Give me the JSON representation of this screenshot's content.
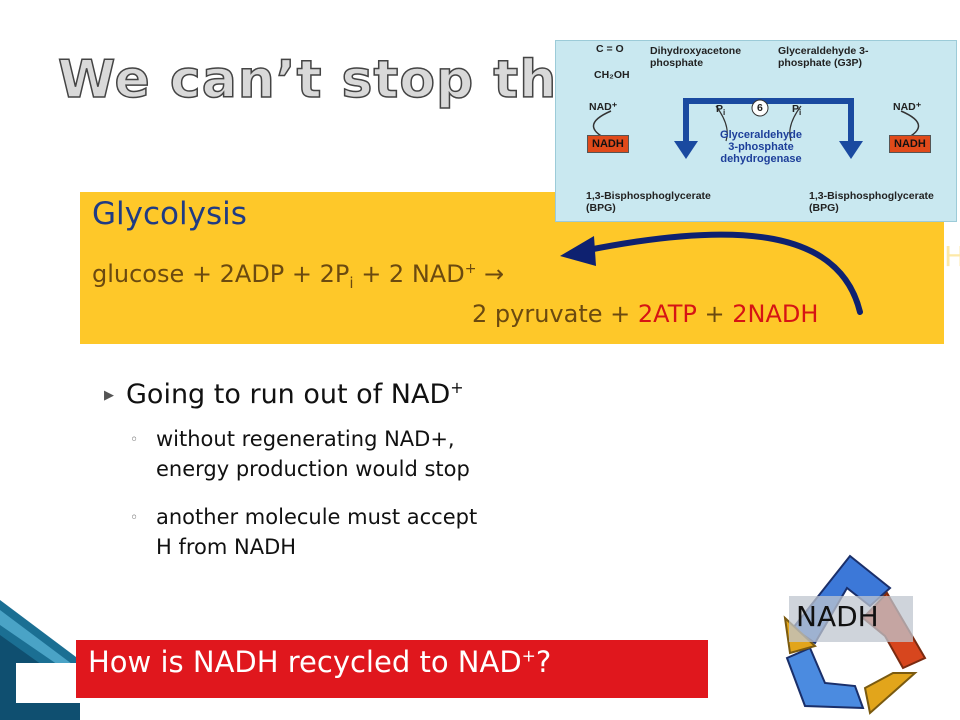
{
  "title": "We can’t stop there….",
  "glycolysis": {
    "heading": "Glycolysis",
    "eq_line1_a": "glucose + 2ADP + 2P",
    "eq_line1_sub": "i",
    "eq_line1_b": " + 2 NAD",
    "eq_line1_sup": "+",
    "eq_line1_arrow": " →",
    "eq_line2_a": "2 pyruvate + ",
    "eq_line2_atp": "2ATP",
    "eq_line2_plus": " + ",
    "eq_line2_nadh": "2NADH",
    "stray": "H"
  },
  "inset": {
    "co": "C = O",
    "ch2oh": "CH₂OH",
    "dhap_1": "Dihydroxyacetone",
    "dhap_2": "phosphate",
    "g3p_1": "Glyceraldehyde 3-",
    "g3p_2": "phosphate (G3P)",
    "nad_left": "NAD⁺",
    "nad_right": "NAD⁺",
    "pi_left": "P",
    "pi_right": "P",
    "pi_sub": "i",
    "step": "6",
    "nadh_left": "NADH",
    "nadh_right": "NADH",
    "enzyme_1": "Glyceraldehyde",
    "enzyme_2": "3-phosphate",
    "enzyme_3": "dehydrogenase",
    "bpg_left_1": "1,3-Bisphosphoglycerate",
    "bpg_left_2": "(BPG)",
    "bpg_right_1": "1,3-Bisphosphoglycerate",
    "bpg_right_2": "(BPG)"
  },
  "bullets": {
    "main_a": "Going to run out of NAD",
    "main_sup": "+",
    "sub1_line1": "without regenerating NAD+,",
    "sub1_line2": "energy production would stop",
    "sub2_line1": "another molecule must accept",
    "sub2_line2": "H from NADH"
  },
  "question": {
    "text_a": "How is NADH recycled to NAD",
    "sup": "+",
    "text_b": "?"
  },
  "recycle": {
    "label": "NADH"
  },
  "colors": {
    "yellow_box": "#fec829",
    "heading_blue": "#1f3b84",
    "red": "#d61414",
    "question_red": "#e0171d",
    "arrow_navy": "#0e2170"
  }
}
